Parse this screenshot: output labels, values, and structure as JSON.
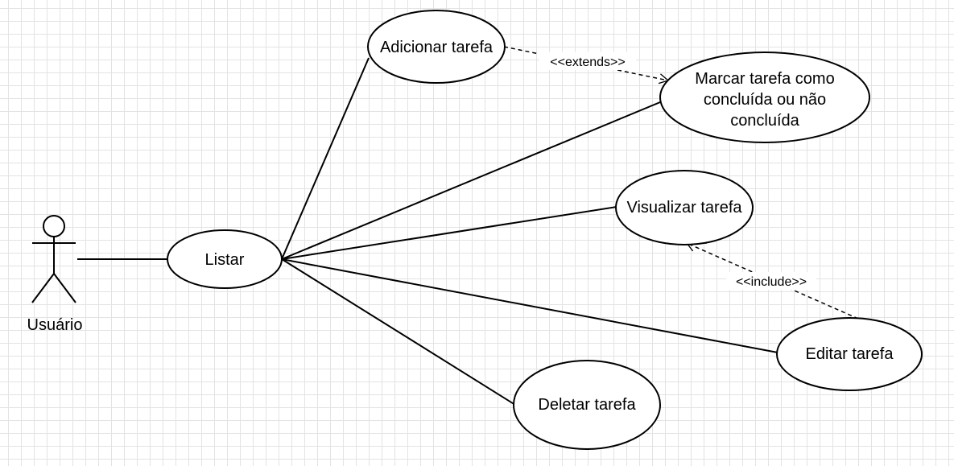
{
  "actor": {
    "name": "Usuário"
  },
  "use_cases": {
    "listar": "Listar",
    "adicionar": "Adicionar tarefa",
    "marcar": [
      "Marcar tarefa como",
      "concluída ou não",
      "concluída"
    ],
    "visualizar": "Visualizar tarefa",
    "editar": "Editar tarefa",
    "deletar": "Deletar tarefa"
  },
  "relations": {
    "extends_label": "<<extends>>",
    "include_label": "<<include>>"
  },
  "colors": {
    "stroke": "#000000",
    "fill": "#ffffff",
    "grid": "#e3e3e3"
  }
}
